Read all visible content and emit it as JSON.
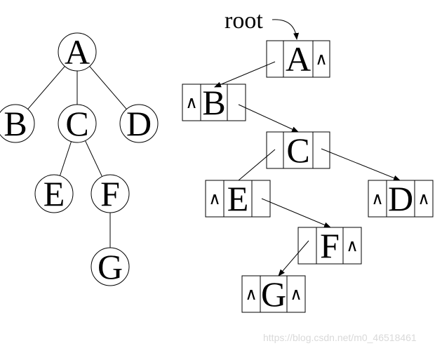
{
  "tree": {
    "nodes": [
      {
        "id": "A",
        "label": "A"
      },
      {
        "id": "B",
        "label": "B"
      },
      {
        "id": "C",
        "label": "C"
      },
      {
        "id": "D",
        "label": "D"
      },
      {
        "id": "E",
        "label": "E"
      },
      {
        "id": "F",
        "label": "F"
      },
      {
        "id": "G",
        "label": "G"
      }
    ],
    "edges": [
      [
        "A",
        "B"
      ],
      [
        "A",
        "C"
      ],
      [
        "A",
        "D"
      ],
      [
        "C",
        "E"
      ],
      [
        "C",
        "F"
      ],
      [
        "F",
        "G"
      ]
    ]
  },
  "binary_list": {
    "root_label": "root",
    "null_symbol": "∧",
    "nodes": [
      {
        "id": "A",
        "label": "A",
        "left_null": false,
        "right_null": true
      },
      {
        "id": "B",
        "label": "B",
        "left_null": true,
        "right_null": false
      },
      {
        "id": "C",
        "label": "C",
        "left_null": false,
        "right_null": false
      },
      {
        "id": "E",
        "label": "E",
        "left_null": true,
        "right_null": false
      },
      {
        "id": "D",
        "label": "D",
        "left_null": true,
        "right_null": true
      },
      {
        "id": "F",
        "label": "F",
        "left_null": false,
        "right_null": true
      },
      {
        "id": "G",
        "label": "G",
        "left_null": true,
        "right_null": true
      }
    ],
    "links": [
      {
        "from": "A",
        "side": "left",
        "to": "B",
        "arrow": true
      },
      {
        "from": "B",
        "side": "right",
        "to": "C",
        "arrow": true
      },
      {
        "from": "C",
        "side": "left",
        "to": "E",
        "arrow": false
      },
      {
        "from": "C",
        "side": "right",
        "to": "D",
        "arrow": true
      },
      {
        "from": "E",
        "side": "right",
        "to": "F",
        "arrow": true
      },
      {
        "from": "F",
        "side": "left",
        "to": "G",
        "arrow": true
      }
    ]
  },
  "watermark": "https://blog.csdn.net/m0_46518461"
}
